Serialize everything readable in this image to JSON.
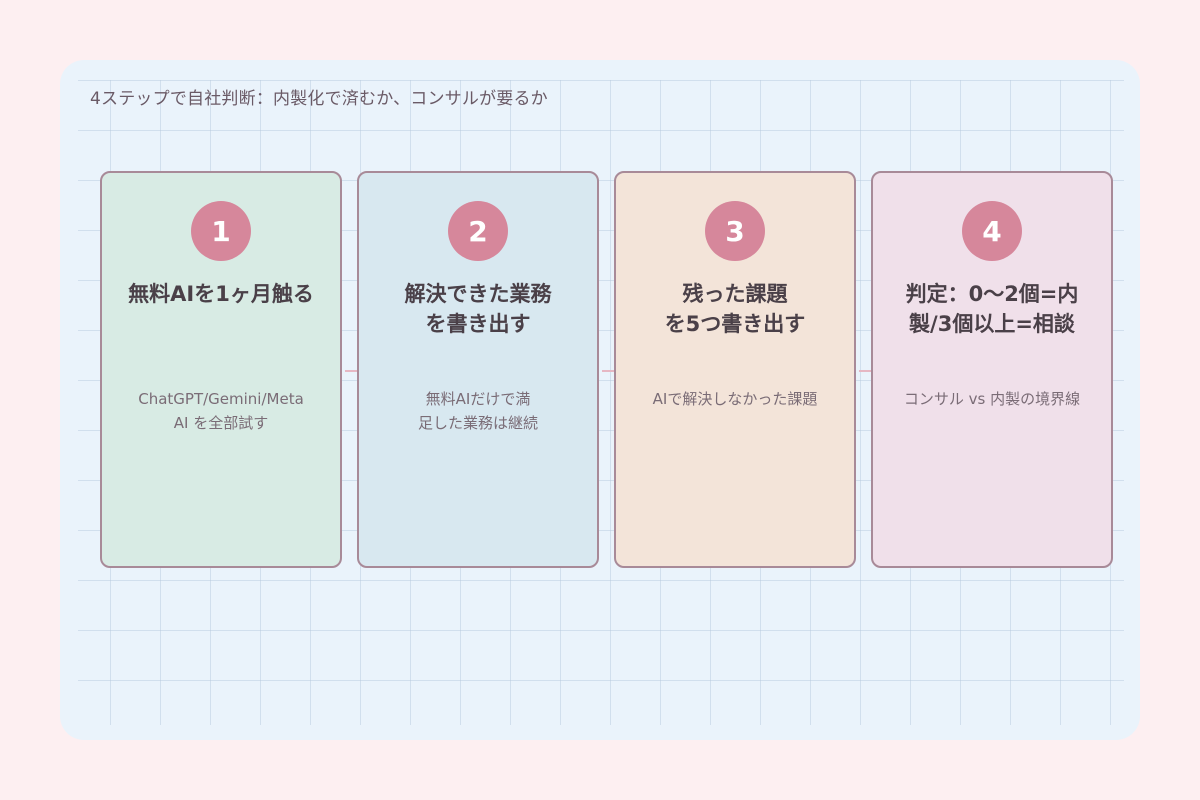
{
  "header": {
    "title": "4ステップで自社判断：内製化で済むか、コンサルが要るか"
  },
  "steps": [
    {
      "number": "1",
      "title": "無料AIを1ヶ月触る",
      "description": "ChatGPT/Gemini/Meta\nAI を全部試す",
      "color": "#d8ebe4"
    },
    {
      "number": "2",
      "title": "解決できた業務\nを書き出す",
      "description": "無料AIだけで満\n足した業務は継続",
      "color": "#d8e8f0"
    },
    {
      "number": "3",
      "title": "残った課題\nを5つ書き出す",
      "description": "AIで解決しなかった課題",
      "color": "#f3e4d9"
    },
    {
      "number": "4",
      "title": "判定：0〜2個=内\n製/3個以上=相談",
      "description": "コンサル vs 内製の境界線",
      "color": "#f0e0ea"
    }
  ],
  "colors": {
    "page_background": "#fdeff1",
    "panel_background": "#eaf3fb",
    "badge": "#d6879b",
    "card_border": "#a88a98",
    "connector": "#e6b7c3"
  }
}
